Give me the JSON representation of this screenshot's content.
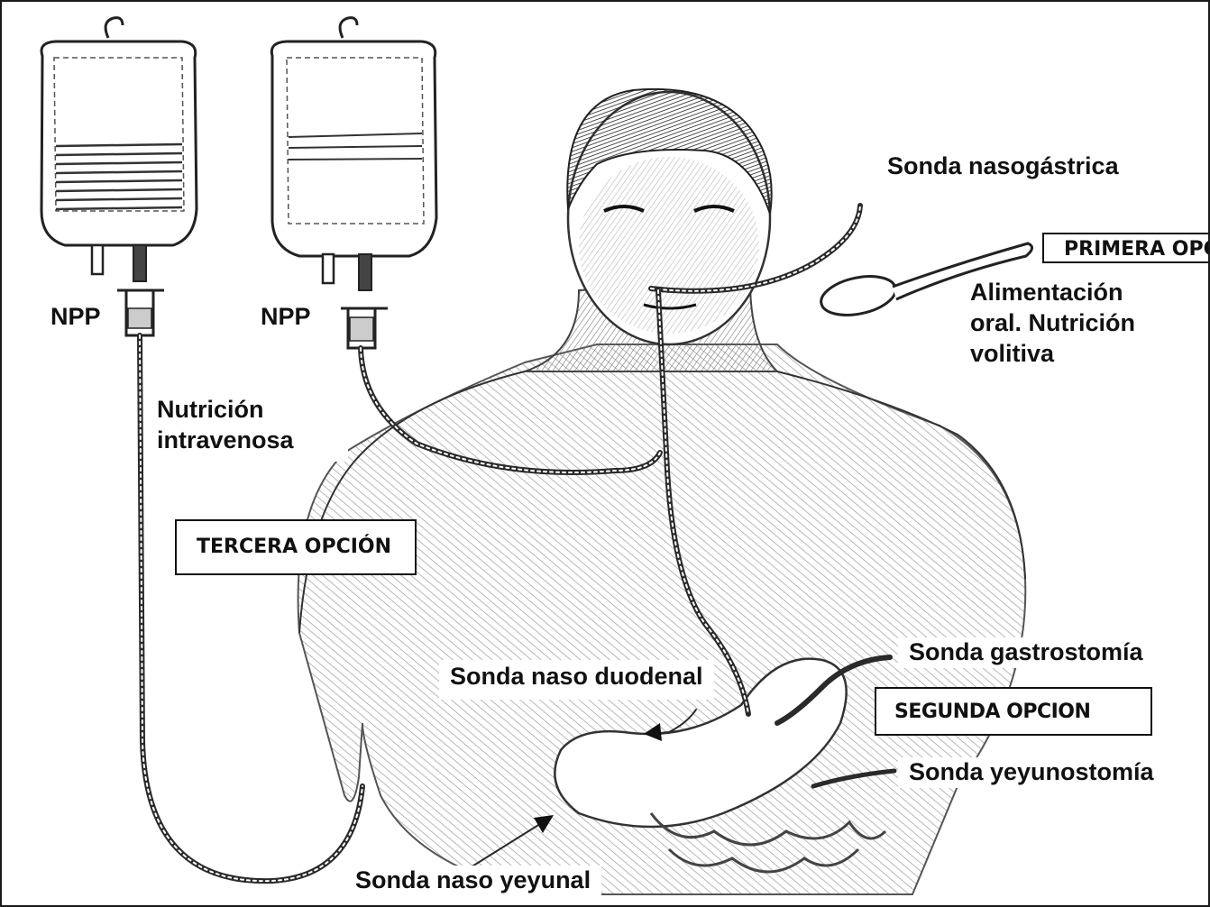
{
  "labels": {
    "npp_left": "NPP",
    "npp_right": "NPP",
    "nutricion_iv_line1": "Nutrición",
    "nutricion_iv_line2": "intravenosa",
    "nasogastrica": "Sonda nasogástrica",
    "oral_line1": "Alimentación",
    "oral_line2": "oral. Nutrición",
    "oral_line3": "volitiva",
    "gastrostomia": "Sonda gastrostomía",
    "naso_duodenal": "Sonda naso duodenal",
    "yeyunostomia": "Sonda yeyunostomía",
    "naso_yeyunal": "Sonda naso yeyunal"
  },
  "options": {
    "primera": "PRIMERA OPCIÓN",
    "segunda": "SEGUNDA OPCION",
    "tercera": "TERCERA OPCIÓN"
  },
  "colors": {
    "ink": "#1a1a1a",
    "tube": "#2a2a2a",
    "hatch": "#9a9a9a"
  }
}
